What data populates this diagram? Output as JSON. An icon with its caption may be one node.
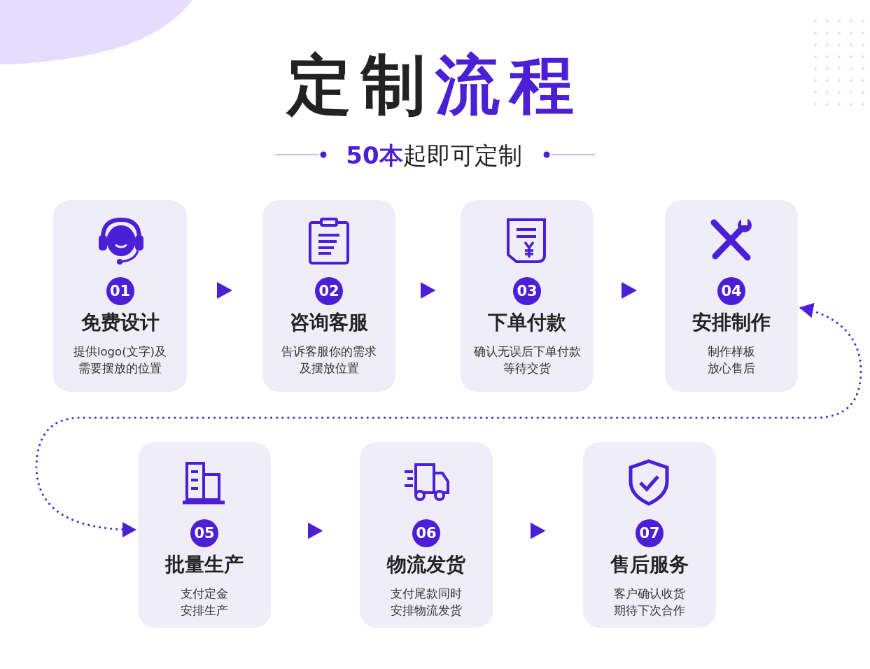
{
  "diagram": {
    "title": "定制流程",
    "nodes": [
      {
        "text": [
          "01",
          "免费设计",
          "提供logo(文字)及需要摆放的位置"
        ]
      },
      {
        "text": [
          "02",
          "咨询客服",
          "告诉客服你的需求及摆放位置"
        ]
      },
      {
        "text": [
          "03",
          "下单付款",
          "确认无误后下单付款等待交货"
        ]
      },
      {
        "text": [
          "04",
          "安排制作",
          "制作样板放心售后"
        ]
      },
      {
        "text": [
          "05",
          "批量生产",
          "支付定金安排生产"
        ]
      },
      {
        "text": [
          "06",
          "物流发货",
          "支付尾款同时安排物流发货"
        ]
      },
      {
        "text": [
          "07",
          "售后服务",
          "客户确认收货期待下次合作"
        ]
      }
    ],
    "edges": [
      {
        "from": 0,
        "to": 1,
        "arrow": "to"
      },
      {
        "from": 1,
        "to": 2,
        "arrow": "to"
      },
      {
        "from": 2,
        "to": 3,
        "arrow": "to"
      },
      {
        "from": 3,
        "to": 4,
        "arrow": "both",
        "style": "dashed"
      },
      {
        "from": 4,
        "to": 5,
        "arrow": "to"
      },
      {
        "from": 5,
        "to": 6,
        "arrow": "to"
      }
    ],
    "labels": [
      "50本起即可定制"
    ]
  }
}
